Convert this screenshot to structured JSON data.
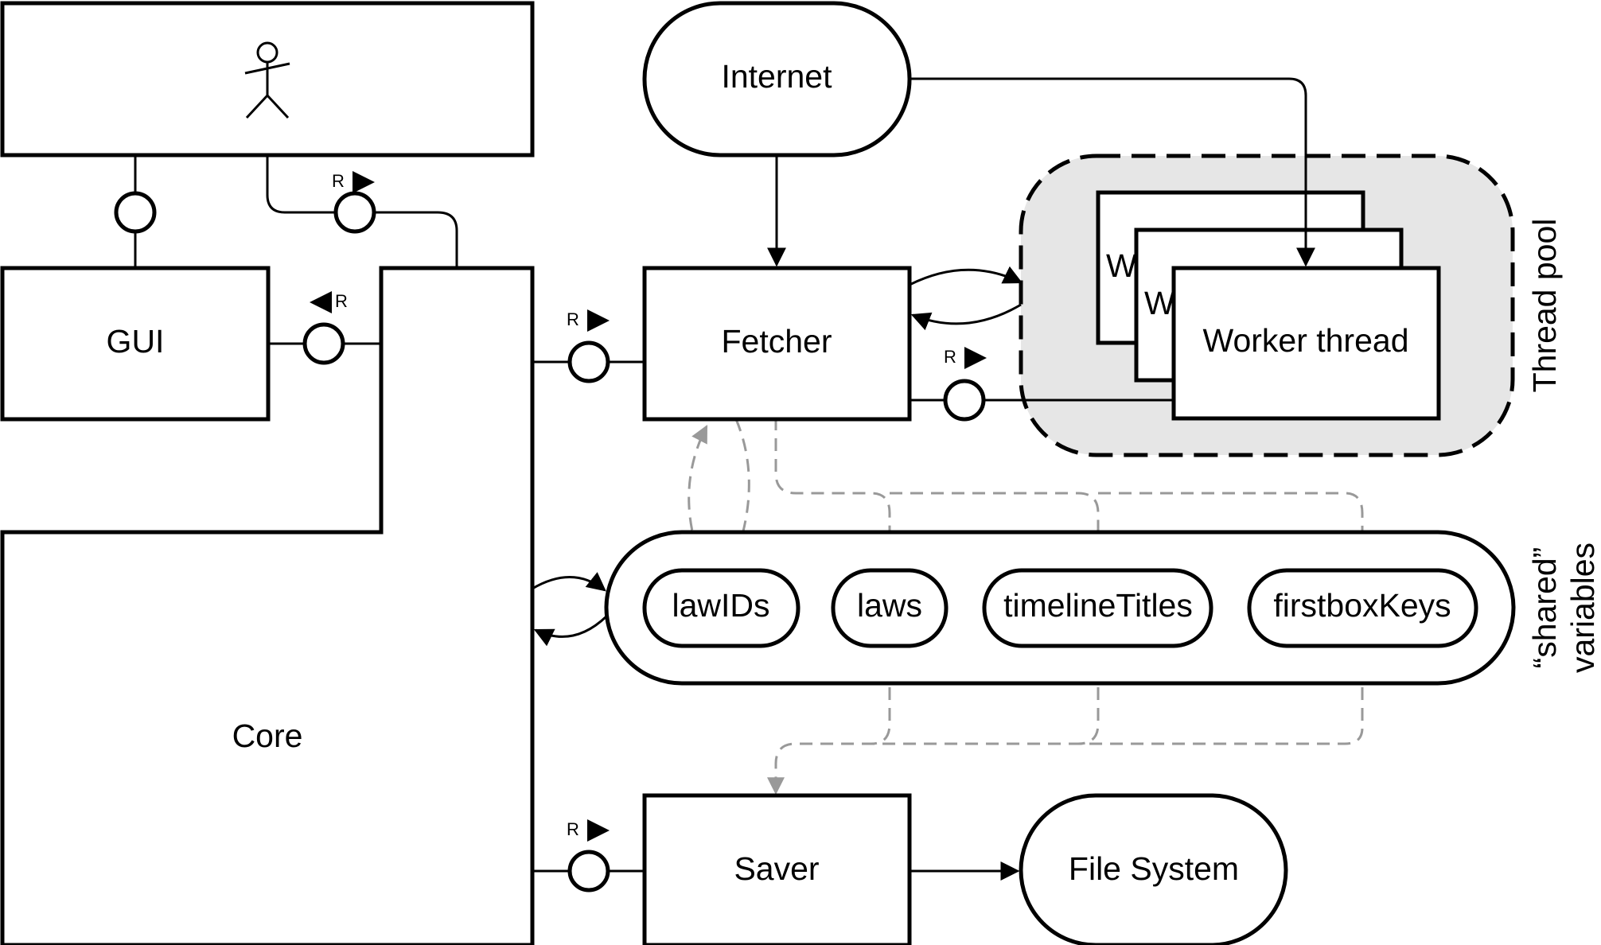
{
  "components": {
    "gui": "GUI",
    "core": "Core",
    "fetcher": "Fetcher",
    "saver": "Saver",
    "worker_thread": "Worker thread",
    "internet": "Internet",
    "file_system": "File System"
  },
  "shared_variables": {
    "label_line1": "“shared”",
    "label_line2": "variables",
    "items": [
      "lawIDs",
      "laws",
      "timelineTitles",
      "firstboxKeys"
    ]
  },
  "thread_pool_label": "Thread pool",
  "interface_marker": "R",
  "colors": {
    "line": "#000000",
    "dashed_flow": "#999999",
    "pool_fill": "#e6e6e6"
  }
}
